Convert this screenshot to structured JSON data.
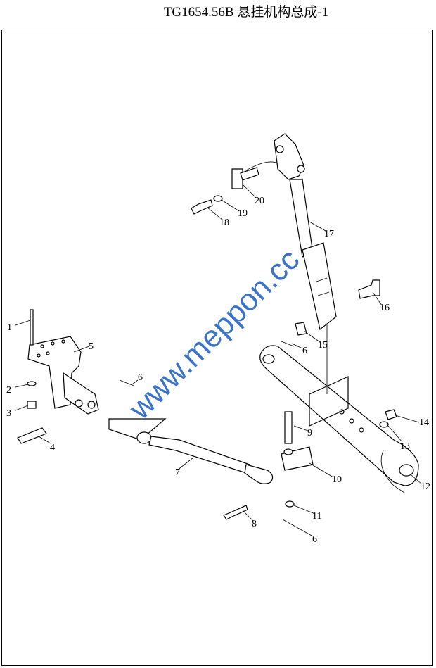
{
  "title": "TG1654.56B  悬挂机构总成-1",
  "watermark": "www.meppon.cc",
  "callouts": [
    "1",
    "2",
    "3",
    "4",
    "5",
    "6",
    "7",
    "8",
    "9",
    "10",
    "11",
    "6",
    "12",
    "13",
    "14",
    "15",
    "6",
    "16",
    "17",
    "18",
    "19",
    "20"
  ]
}
